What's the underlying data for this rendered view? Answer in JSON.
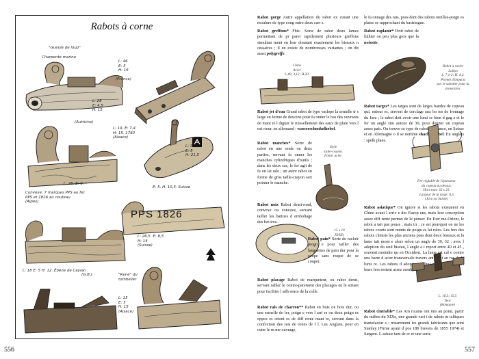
{
  "left_page": {
    "title": "Rabots à corne",
    "folio": "556",
    "notes": [
      {
        "id": "gueule",
        "text": "\"Gueule de loup\""
      },
      {
        "id": "charp",
        "text": "Charpente marine"
      },
      {
        "id": "dim1",
        "text": "L: 46\nE: 5\nH: 16"
      },
      {
        "id": "french1",
        "text": "(France)"
      },
      {
        "id": "dim2",
        "text": "L: 28\nE: 4,5\nH: 15"
      },
      {
        "id": "autriche",
        "text": "(Autriche)"
      },
      {
        "id": "dim3",
        "text": "L: 19. E: 7,4\nH: 15. 1782\n(Alsace)"
      },
      {
        "id": "dim4",
        "text": "L: 33\nE: 5\nH: 21,5"
      },
      {
        "id": "dim5",
        "text": "E: 5. H: 10,5. Suisse"
      },
      {
        "id": "dim6",
        "text": "L: 26. E: 6."
      },
      {
        "id": "convexe",
        "text": "Convexe. 7 marques PPS au fer.\nPPS et 1826 au couteau\n(Alpes)"
      },
      {
        "id": "dim7",
        "text": "L: 26,5  E: 8,5\nH: 14\n(Suisse)"
      },
      {
        "id": "dim8",
        "text": "L: 18  E: 5  H: 12. Ébène de Ceylan"
      },
      {
        "id": "gb",
        "text": "(G.B.)"
      },
      {
        "id": "rene",
        "text": "\"René\" du tombelier"
      },
      {
        "id": "dim9",
        "text": "L: 15\nE: 5\nH: 15\n(Alsace)"
      }
    ],
    "stamp_text": "PPS 1826"
  },
  "right_page": {
    "folio": "557",
    "col1": [
      {
        "key": "gorge",
        "head": "Rabot gorge",
        "body": " Autre appellation du rabot ex cutant une moulure de type cong entre deux carr s."
      },
      {
        "key": "greffons",
        "head": "Rabot greffons*",
        "body": " Fbic. Sorte de rabot deux lames permettant de pr parer rapidement plusieurs greffons simultan ment en leur donnant exactement les biseaux n cessaires ; il en existe de nombreuses variantes ; on dit aussi ",
        "tail": "polygreffe",
        "end": "."
      },
      {
        "key": "jet",
        "head": "Rabot jet d'eau",
        "body": " Grand rabot de type varlope la semelle tr s large en forme de doucine pour fa onner le bas des ouvrants de mani re l diguer le ruissellement des eaux de pluie vers l ext rieur. en allemand : ",
        "tail": "wasserschenkelhobel",
        "end": "."
      },
      {
        "key": "manches",
        "head": "Rabot manches*",
        "body": " Sorte de rabot en une seule ou deux parties, servant fa onner les manches cylindriques d'outils ; dans les deux cas, le fer agit de fa on lat rale ; un autre rabot en forme de gros taille-crayon sert pointer le manche."
      },
      {
        "key": "noix",
        "head": "Rabot noix",
        "body": " Rabot demi-rond, convexe ou concave, servant tailler les battues d emboîtage des fen tres."
      },
      {
        "key": "pain",
        "head": "Rabot pain*",
        "body": " Sorte de racloir poign e pour tailler des languettes de pain dur pour la soupe sans risque de se couper."
      },
      {
        "key": "placage",
        "head": "Rabot placage",
        "body": " Rabot de marqueteur, ou rabot dents, servant rabler le contre-parement des placages en le striant pour faciliter l adh rence de la colle."
      },
      {
        "key": "charron",
        "head": "Rabot rais de charron**",
        "body": " Rabot en buis ou bois dur, ou une semelle de fer, poign e vers l arri re ou deux poign es oppos es orient es de diff rente mani re, servant dans la confection des rais de roues de f l. Les Anglais, pour en cuter le m me ouvrage,"
      }
    ],
    "col2": [
      {
        "key": "cont",
        "head": "",
        "body": "le fa onnage des rais, poss dent des rabots oreilles-poign es plates se rapprochant du bastringue."
      },
      {
        "key": "raplanir",
        "head": "Rabot raplanir*",
        "body": " Petit rabot de luthier ou peu plus gros que la ",
        "tail": "noisette",
        "end": "."
      },
      {
        "key": "targes",
        "head": "Rabot targes*",
        "body": " Les targes sont de larges bandes de copeau qui, entour es, servent de cerclage aux bo tes de fromage du Jura ; le rabot doit avoir une lumi re bien d gag e et le fer un angle situ autour de 30, pour donner un copeau assez pais. On trouve ce type de rabot en France, en Suisse et en Allemagne o il se nomme ",
        "tail": "shachtelhobel",
        "end": ". En anglais : spelk plane."
      },
      {
        "key": "asiatique",
        "head": "Rabot asiatique*",
        "body": " On ignore si les rabots existaient en Chine avant l arriv e des Europ ens, mais leur conception assez diff rente permet de le penser. En Extr me-Orient, le rabot a tait pas pouss , mais tir ; ce est pourquoi on ne les rabots courts sont munis de poign es lat rales. Les fers des rabots chinois les plus anciens poss dent deux biseaux et la lame tait mont e alors selon un angle de 30, 32 ; avec l adoption du seul biseau, l angle a t report entre 40 et 45 , souvent moindre qu en Occident. La lame est cal e contre une barre d acier transversale travers ant le f t au ras de la lumi re. Les rabots d adoption, il hui soit pouss s, mais leurs fers restent assez semblables ceux d origine."
      },
      {
        "key": "cintrable",
        "head": "Rabot cintrable*",
        "body": " Les Am ricains ont mis au point, partir du milieu du XIXe, une grande vari t de rabots m talliques manufactur s ; notamment les grands fabricants que sont Stanley (Firme ayant d pos 180 brevets de 1855 1974) et Sargent. L astuce tant de cr er une sorte"
      }
    ],
    "captions": [
      {
        "id": "cap_greffons",
        "text": "Chine\nAcier\nL.40; 3,12; H.20."
      },
      {
        "id": "cap_raplanir",
        "text": "Rabot à racler\nLaiton\nL. 7,1-2; H. 4,2.\nPermet d'impacts\npar le sabotier pour la\nprotection."
      },
      {
        "id": "cap_manches",
        "text": "Style\ntaille-crayon.\nFonte, acier."
      },
      {
        "id": "cap_targes",
        "text": "Fer réglable de l'épaisseur\ndu copeau au dessus.\nHors tout: 32 x 25.\nLargeur de la targe: 6,5\n(Jura ou Suisse)"
      },
      {
        "id": "cap_pain",
        "text": "15 x 10\nXVIIIe"
      },
      {
        "id": "cap_asiatique",
        "text": "L. 16,5; 15,5\nTeck\n(Romanie)"
      }
    ]
  }
}
